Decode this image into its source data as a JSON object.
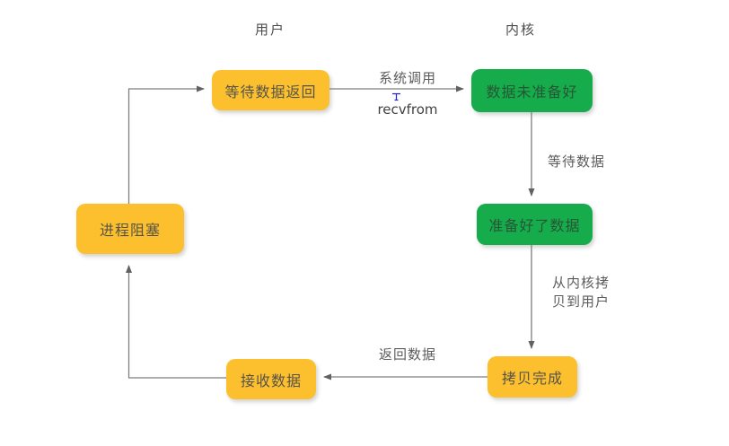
{
  "lanes": {
    "user": "用户",
    "kernel": "内核"
  },
  "nodes": {
    "wait_return": "等待数据返回",
    "data_not_ready": "数据未准备好",
    "data_ready": "准备好了数据",
    "copy_done": "拷贝完成",
    "receive": "接收数据",
    "block": "进程阻塞"
  },
  "edges": {
    "syscall_top": "系统调用",
    "syscall_bottom": "recvfrom",
    "wait_data": "等待数据",
    "copy_to_user": "从内核拷贝到用户",
    "return_data": "返回数据"
  },
  "colors": {
    "user_node_fill": "#FCC02E",
    "kernel_node_fill": "#16AC4C",
    "connector": "#7E7E7E",
    "arrowhead": "#616161",
    "anchor_point": "#2020CF"
  }
}
